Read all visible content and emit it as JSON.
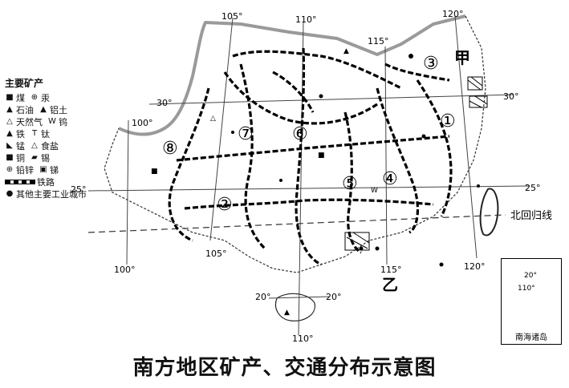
{
  "caption": "南方地区矿产、交通分布示意图",
  "legend": {
    "title": "主要矿产",
    "items": [
      {
        "symbol": "■",
        "label": "煤",
        "icon": "coal-icon"
      },
      {
        "symbol": "⊕",
        "label": "汞",
        "icon": "mercury-icon"
      },
      {
        "symbol": "▲",
        "label": "石油",
        "icon": "oil-icon"
      },
      {
        "symbol": "▲",
        "label": "铝土",
        "icon": "bauxite-icon"
      },
      {
        "symbol": "△",
        "label": "天然气",
        "icon": "gas-icon"
      },
      {
        "symbol": "W",
        "label": "钨",
        "icon": "tungsten-icon"
      },
      {
        "symbol": "▲",
        "label": "铁",
        "icon": "iron-icon"
      },
      {
        "symbol": "T",
        "label": "钛",
        "icon": "titanium-icon"
      },
      {
        "symbol": "◣",
        "label": "锰",
        "icon": "manganese-icon"
      },
      {
        "symbol": "△",
        "label": "食盐",
        "icon": "salt-icon"
      },
      {
        "symbol": "■",
        "label": "铜",
        "icon": "copper-icon"
      },
      {
        "symbol": "▰",
        "label": "锡",
        "icon": "tin-icon"
      },
      {
        "symbol": "⊕",
        "label": "铅锌",
        "icon": "lead-zinc-icon"
      },
      {
        "symbol": "▣",
        "label": "锑",
        "icon": "antimony-icon"
      }
    ],
    "railway_label": "铁路",
    "city_label": "其他主要工业城市"
  },
  "longitudes": [
    "100°",
    "105°",
    "110°",
    "115°",
    "120°"
  ],
  "latitudes": [
    "30°",
    "25°",
    "20°"
  ],
  "numbers": [
    "①",
    "②",
    "③",
    "④",
    "⑤",
    "⑥",
    "⑦",
    "⑧"
  ],
  "places": {
    "jia": "甲",
    "yi": "乙",
    "tropic": "北回归线"
  },
  "inset": {
    "label": "南海诸岛",
    "lat": "20°",
    "lon": "110°"
  }
}
